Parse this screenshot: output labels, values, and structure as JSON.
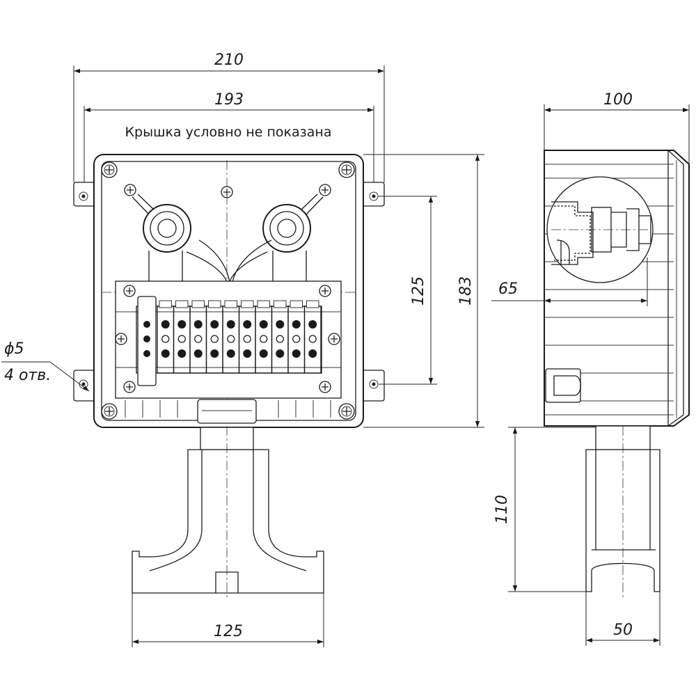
{
  "diagram": {
    "note": "Крышка условно не показана",
    "hole_size": "ϕ5",
    "hole_count": "4 отв.",
    "dimensions": {
      "overall_width": "210",
      "inner_width": "193",
      "overall_height": "183",
      "mount_spacing": "125",
      "side_depth": "100",
      "side_offset": "65",
      "bracket_height": "110",
      "bracket_width": "125",
      "bracket_depth": "50"
    }
  }
}
